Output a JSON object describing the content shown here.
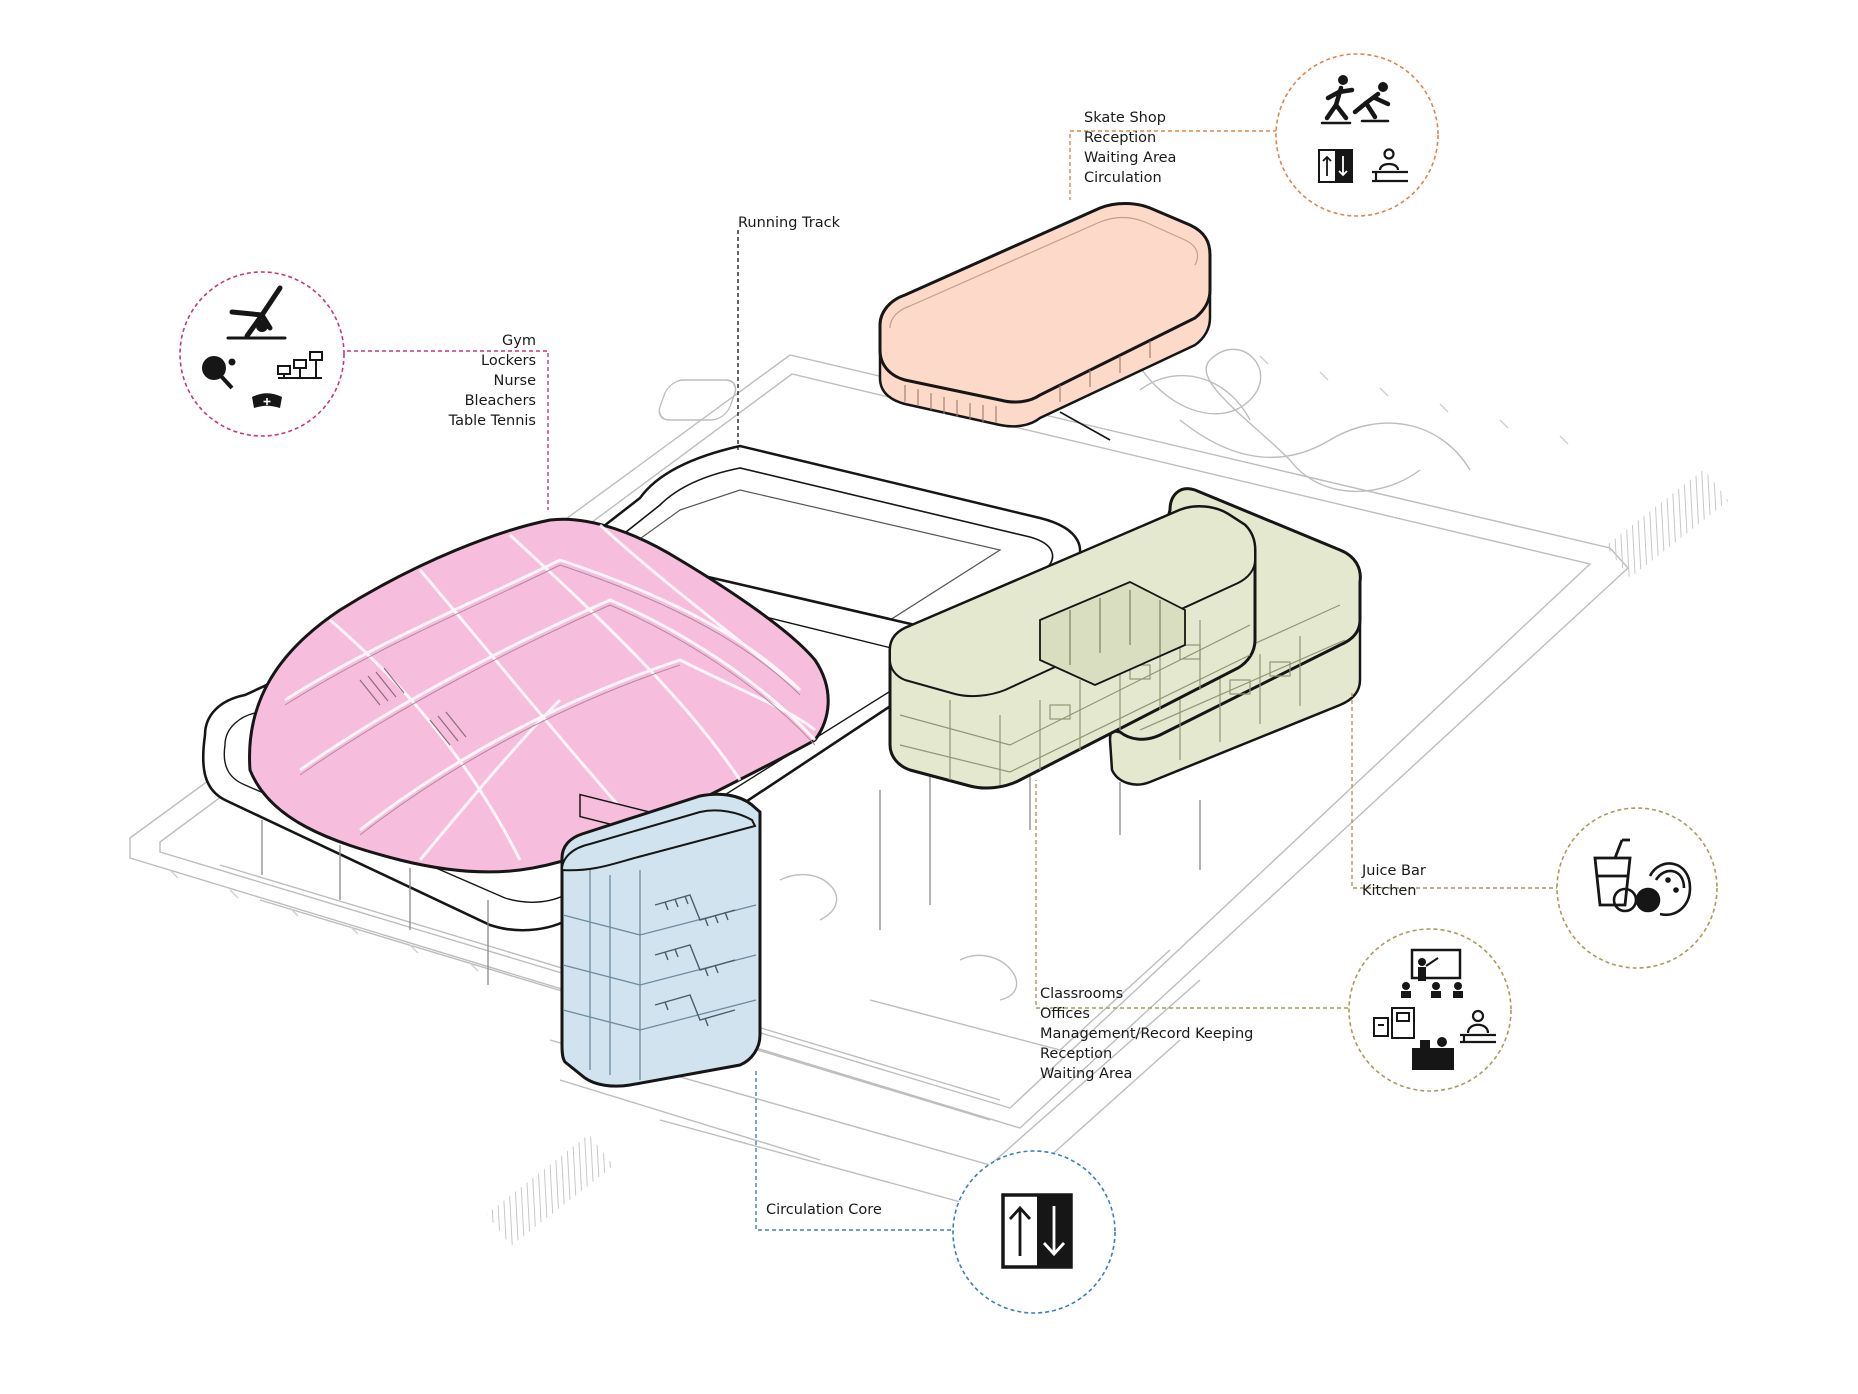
{
  "colors": {
    "gym": "#f6bddd",
    "skate": "#fcd9c9",
    "classroom": "#e3e8cf",
    "core": "#d0e3ee",
    "gym_leader": "#c9357f",
    "skate_leader": "#e0854a",
    "classroom_leader": "#a99c5a",
    "juice_leader": "#a99c5a",
    "core_leader": "#3a7fc2",
    "track_leader": "#222222",
    "outline": "#161616",
    "base_line": "#bdbdbd"
  },
  "labels": {
    "skate": [
      "Skate Shop",
      "Reception",
      "Waiting Area",
      "Circulation"
    ],
    "track": [
      "Running Track"
    ],
    "gym": [
      "Gym",
      "Lockers",
      "Nurse",
      "Bleachers",
      "Table Tennis"
    ],
    "juice": [
      "Juice Bar",
      "Kitchen"
    ],
    "classrooms": [
      "Classrooms",
      "Offices",
      "Management/Record Keeping",
      "Reception",
      "Waiting Area"
    ],
    "core": [
      "Circulation Core"
    ]
  },
  "icons": {
    "gym_circle": [
      "gymnast-icon",
      "ping-pong-icon",
      "bleachers-icon",
      "nurse-cap-icon"
    ],
    "skate_circle": [
      "skaters-icon",
      "elevator-icon",
      "reception-desk-icon"
    ],
    "juice_circle": [
      "juice-cup-icon",
      "fruit-icon",
      "watermelon-icon"
    ],
    "classroom_circle": [
      "teacher-board-icon",
      "office-icon",
      "reception-person-icon",
      "desk-worker-icon"
    ],
    "core_circle": [
      "elevator-arrows-icon"
    ]
  }
}
